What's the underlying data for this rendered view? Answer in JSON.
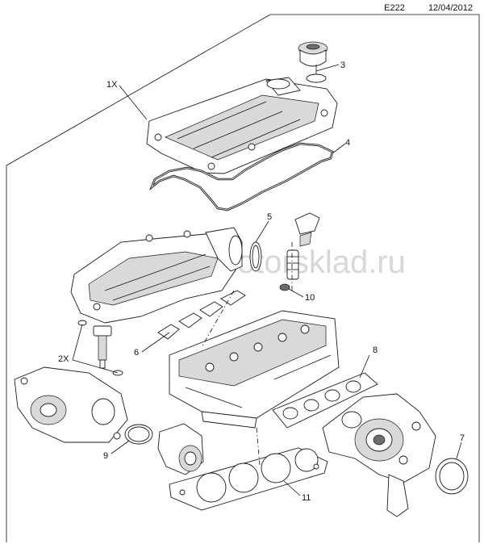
{
  "header": {
    "code": "E222",
    "date": "12/04/2012"
  },
  "watermark": "www.motorsklad.ru",
  "callouts": {
    "c1x": "1X",
    "c2x": "2X",
    "c3": "3",
    "c4": "4",
    "c5": "5",
    "c6": "6",
    "c7": "7",
    "c8": "8",
    "c9": "9",
    "c10": "10",
    "c11": "11"
  }
}
